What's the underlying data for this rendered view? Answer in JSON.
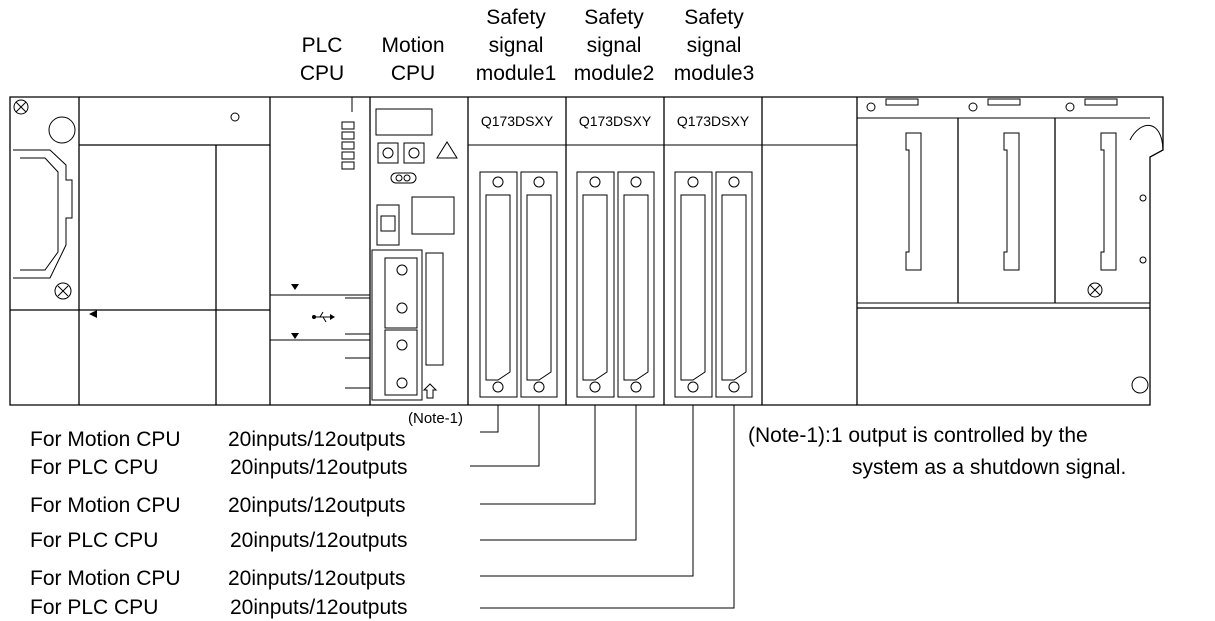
{
  "headers": {
    "plc_cpu": [
      "PLC",
      "CPU"
    ],
    "motion_cpu": [
      "Motion",
      "CPU"
    ],
    "safety1": [
      "Safety",
      "signal",
      "module1"
    ],
    "safety2": [
      "Safety",
      "signal",
      "module2"
    ],
    "safety3": [
      "Safety",
      "signal",
      "module3"
    ]
  },
  "modules": {
    "m1": "Q173DSXY",
    "m2": "Q173DSXY",
    "m3": "Q173DSXY"
  },
  "note_marker": "(Note-1)",
  "io_labels": [
    {
      "cpu": "For Motion CPU",
      "io": "20inputs/12outputs"
    },
    {
      "cpu": "For PLC CPU",
      "io": "20inputs/12outputs"
    },
    {
      "cpu": "For Motion CPU",
      "io": "20inputs/12outputs"
    },
    {
      "cpu": "For PLC CPU",
      "io": "20inputs/12outputs"
    },
    {
      "cpu": "For Motion CPU",
      "io": "20inputs/12outputs"
    },
    {
      "cpu": "For PLC CPU",
      "io": "20inputs/12outputs"
    }
  ],
  "note": {
    "line1": "(Note-1):1 output is controlled by the",
    "line2": "system as a shutdown signal."
  }
}
